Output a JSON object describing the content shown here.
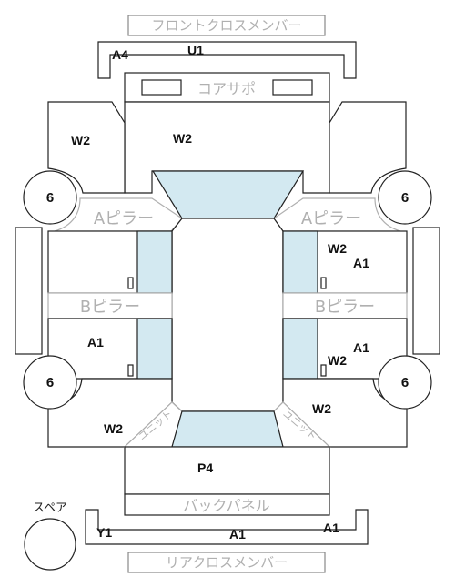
{
  "labels": {
    "front_cross_member": "フロントクロスメンバー",
    "rear_cross_member": "リアクロスメンバー",
    "core_support": "コアサポ",
    "a_pillar": "Aピラー",
    "b_pillar": "Bピラー",
    "back_panel": "バックパネル",
    "spare": "スペア",
    "unit": "ユニット"
  },
  "codes": {
    "a4": "A4",
    "u1": "U1",
    "hood": "W2",
    "front_left_fender": "W2",
    "right_front_door": "W2",
    "right_front_door_a1": "A1",
    "left_rear_door": "A1",
    "right_rear_door_a1": "A1",
    "right_rear_door_w2": "W2",
    "left_rear_quarter": "W2",
    "right_rear_quarter": "W2",
    "trunk": "P4",
    "rear_bumper_left": "Y1",
    "rear_bumper_center": "A1",
    "rear_bumper_right": "A1"
  },
  "tires": {
    "front_left": "6",
    "front_right": "6",
    "rear_left": "6",
    "rear_right": "6"
  },
  "colors": {
    "glass": "#d3e9f1",
    "outline_text": "#b0b0b0",
    "line": "#222222"
  }
}
